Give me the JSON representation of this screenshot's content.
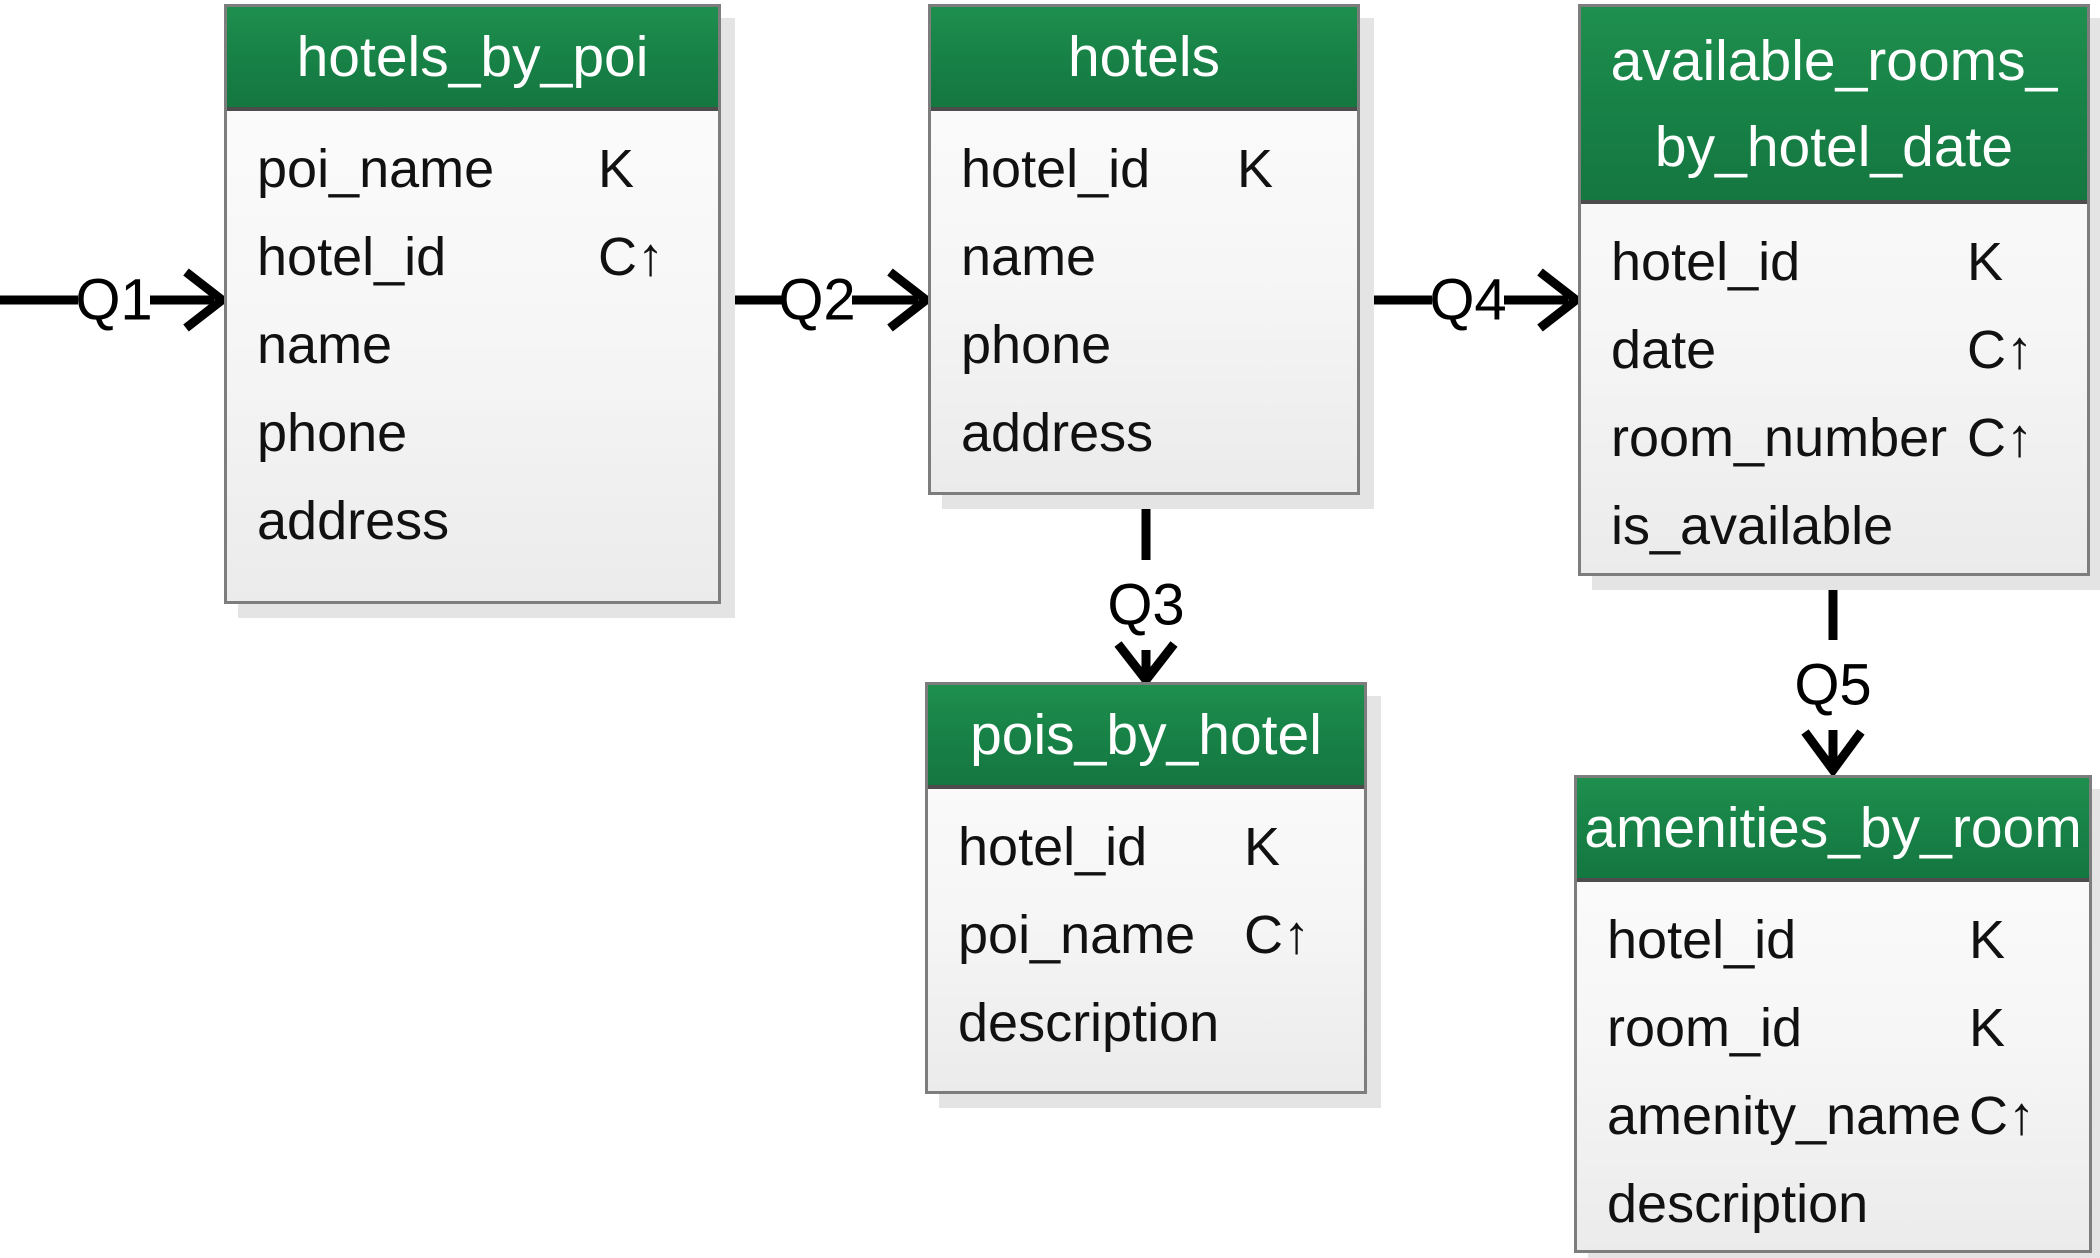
{
  "diagram": {
    "kind": "cassandra-chebotko-logical-data-model",
    "tables": [
      {
        "title": "hotels_by_poi",
        "title_line2": "",
        "fields": [
          {
            "name": "poi_name",
            "key": "K"
          },
          {
            "name": "hotel_id",
            "key": "C↑"
          },
          {
            "name": "name",
            "key": ""
          },
          {
            "name": "phone",
            "key": ""
          },
          {
            "name": "address",
            "key": ""
          }
        ]
      },
      {
        "title": "hotels",
        "title_line2": "",
        "fields": [
          {
            "name": "hotel_id",
            "key": "K"
          },
          {
            "name": "name",
            "key": ""
          },
          {
            "name": "phone",
            "key": ""
          },
          {
            "name": "address",
            "key": ""
          }
        ]
      },
      {
        "title": "available_rooms_",
        "title_line2": "by_hotel_date",
        "fields": [
          {
            "name": "hotel_id",
            "key": "K"
          },
          {
            "name": "date",
            "key": "C↑"
          },
          {
            "name": "room_number",
            "key": "C↑"
          },
          {
            "name": "is_available",
            "key": ""
          }
        ]
      },
      {
        "title": "pois_by_hotel",
        "title_line2": "",
        "fields": [
          {
            "name": "hotel_id",
            "key": "K"
          },
          {
            "name": "poi_name",
            "key": "C↑"
          },
          {
            "name": "description",
            "key": ""
          }
        ]
      },
      {
        "title": "amenities_by_room",
        "title_line2": "",
        "fields": [
          {
            "name": "hotel_id",
            "key": "K"
          },
          {
            "name": "room_id",
            "key": "K"
          },
          {
            "name": "amenity_name",
            "key": "C↑"
          },
          {
            "name": "description",
            "key": ""
          }
        ]
      }
    ],
    "queries": [
      {
        "label": "Q1"
      },
      {
        "label": "Q2"
      },
      {
        "label": "Q3"
      },
      {
        "label": "Q4"
      },
      {
        "label": "Q5"
      }
    ],
    "key_symbols": {
      "partition_key": "K",
      "clustering_column_asc": "C↑"
    }
  },
  "colors": {
    "header_green": "#188347",
    "header_green_light": "#1f8f4e",
    "header_green_dark": "#147740",
    "header_text": "#ffffff",
    "table_border": "#7d7d7d",
    "header_divider": "#4c4c4c",
    "body_top": "#fdfdfd",
    "body_bottom": "#ebebeb",
    "shadow": "#e4e4e4",
    "text": "#111111",
    "connector_line": "#000000"
  }
}
